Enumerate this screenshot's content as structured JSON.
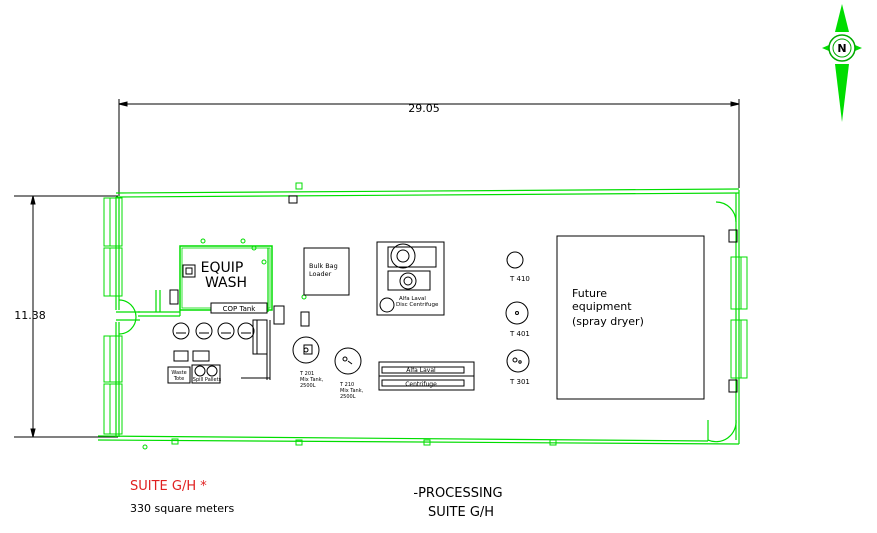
{
  "dimensions": {
    "width": "29.05",
    "height": "11.38"
  },
  "rooms": {
    "equip_wash_line1": "EQUIP",
    "equip_wash_line2": "WASH",
    "cop_tank": "COP Tank"
  },
  "equipment": {
    "bulk_bag_line1": "Bulk Bag",
    "bulk_bag_line2": "Loader",
    "alfa_disc_line1": "Alfa Laval",
    "alfa_disc_line2": "Disc Centrifuge",
    "alfa_decanter_line1": "Alfa Laval",
    "alfa_decanter_line2": "Centrifuge",
    "t201_line1": "T 201",
    "t201_line2": "Mix Tank,",
    "t201_line3": "2500L",
    "t210_line1": "T 210",
    "t210_line2": "Mix Tank,",
    "t210_line3": "2500L",
    "t410": "T 410",
    "t401": "T 401",
    "t301": "T 301",
    "future_line1": "Future",
    "future_line2": "equipment",
    "future_line3": "(spray dryer)",
    "waste_line1": "Waste",
    "waste_line2": "Tote",
    "spill_pallets": "Spill Pallets"
  },
  "suite": {
    "name": "SUITE G/H *",
    "area": "330 square meters",
    "caption_line1": "-PROCESSING",
    "caption_line2": "SUITE G/H"
  },
  "compass": {
    "label": "N"
  },
  "colors": {
    "walls": "#00dd00",
    "lines": "#000000",
    "accent": "#e02020"
  }
}
